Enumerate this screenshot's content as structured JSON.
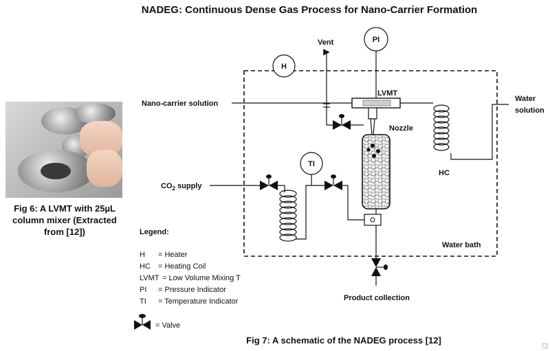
{
  "title": "NADEG:  Continuous Dense Gas Process  for Nano-Carrier Formation",
  "photo": {
    "caption": "Fig 6: A LVMT with 25µL column mixer (Extracted from [12])"
  },
  "schematic": {
    "caption": "Fig 7: A schematic of the NADEG process [12]",
    "labels": {
      "vent": "Vent",
      "pi": "PI",
      "h": "H",
      "lvmt": "LVMT",
      "nano_carrier": "Nano-carrier  solution",
      "water_solution_line1": "Water",
      "water_solution_line2": "solution",
      "nozzle": "Nozzle",
      "ti": "TI",
      "hc": "HC",
      "co2_supply_prefix": "CO",
      "co2_supply_sub": "2",
      "co2_supply_suffix": " supply",
      "water_bath": "Water bath",
      "product_collection": "Product collection"
    },
    "legend": {
      "title": "Legend:",
      "items": [
        {
          "key": "H",
          "desc": "= Heater"
        },
        {
          "key": "HC",
          "desc": "= Heating Coil"
        },
        {
          "key": "LVMT",
          "desc": "= Low Volume Mixing T"
        },
        {
          "key": "PI",
          "desc": "= Pressure Indicator"
        },
        {
          "key": "TI",
          "desc": "= Temperature  Indicator"
        }
      ],
      "valve": "= Valve"
    }
  }
}
